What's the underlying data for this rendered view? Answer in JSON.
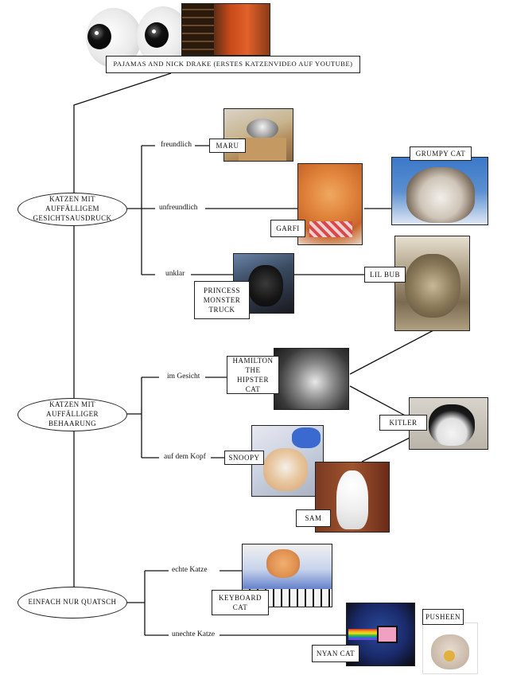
{
  "header": {
    "video_label": "PAJAMAS AND NICK DRAKE (ERSTES KATZENVIDEO AUF YOUTUBE)"
  },
  "categories": [
    {
      "label": "KATZEN MIT AUFFÄLLIGEM GESICHTSAUSDRUCK"
    },
    {
      "label": "KATZEN MIT AUFFÄLLIGER BEHAARUNG"
    },
    {
      "label": "EINFACH NUR QUATSCH"
    }
  ],
  "branches": {
    "freundlich": "freundlich",
    "unfreundlich": "unfreundlich",
    "unklar": "unklar",
    "im_gesicht": "im Gesicht",
    "auf_dem_kopf": "auf dem Kopf",
    "echte_katze": "echte Katze",
    "unechte_katze": "unechte Katze"
  },
  "cats": {
    "maru": "MARU",
    "grumpy": "GRUMPY CAT",
    "garfi": "GARFI",
    "lilbub": "LIL BUB",
    "princess": [
      "PRINCESS",
      "MONSTER",
      "TRUCK"
    ],
    "hamilton": [
      "HAMILTON",
      "THE HIPSTER",
      "CAT"
    ],
    "kitler": "KITLER",
    "snoopy": "SNOOPY",
    "sam": "SAM",
    "keyboard": [
      "KEYBOARD",
      "CAT"
    ],
    "nyan": "NYAN CAT",
    "pusheen": "PUSHEEN"
  }
}
